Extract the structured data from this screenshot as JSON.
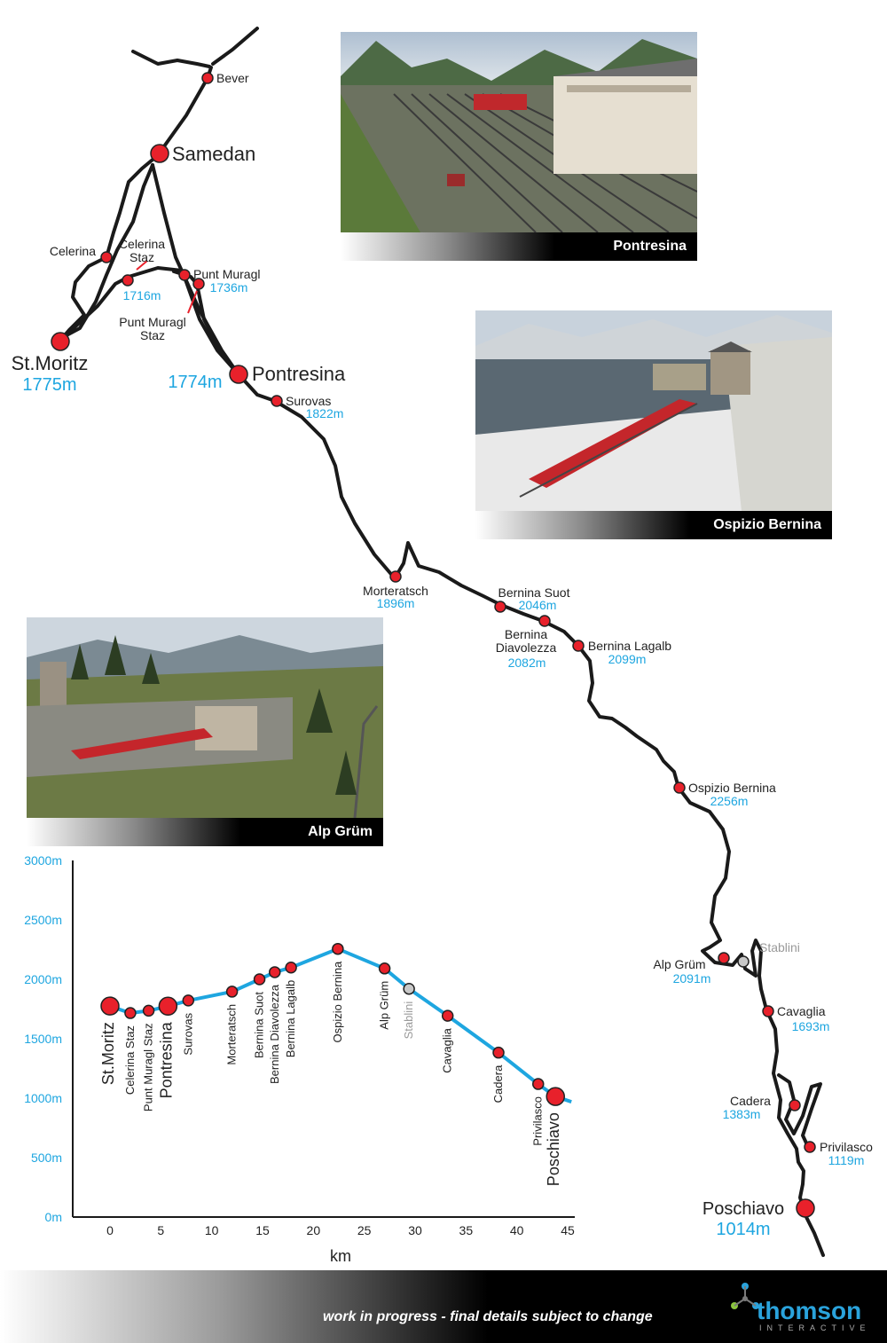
{
  "map": {
    "stations": [
      {
        "id": "bever",
        "name": "Bever",
        "elevation": ""
      },
      {
        "id": "samedan",
        "name": "Samedan",
        "elevation": ""
      },
      {
        "id": "celerina",
        "name": "Celerina",
        "elevation": ""
      },
      {
        "id": "celerina-staz",
        "name": "Celerina\nStaz",
        "elevation": "1716m"
      },
      {
        "id": "punt-muragl",
        "name": "Punt Muragl",
        "elevation": "1736m"
      },
      {
        "id": "punt-muragl-staz",
        "name": "Punt Muragl\nStaz",
        "elevation": ""
      },
      {
        "id": "st-moritz",
        "name": "St.Moritz",
        "elevation": "1775m"
      },
      {
        "id": "pontresina",
        "name": "Pontresina",
        "elevation": "1774m"
      },
      {
        "id": "surovas",
        "name": "Surovas",
        "elevation": "1822m"
      },
      {
        "id": "morteratsch",
        "name": "Morteratsch",
        "elevation": "1896m"
      },
      {
        "id": "bernina-suot",
        "name": "Bernina Suot",
        "elevation": "2046m"
      },
      {
        "id": "bernina-diavolezza",
        "name": "Bernina\nDiavolezza",
        "elevation": "2082m"
      },
      {
        "id": "bernina-lagalb",
        "name": "Bernina Lagalb",
        "elevation": "2099m"
      },
      {
        "id": "ospizio-bernina",
        "name": "Ospizio Bernina",
        "elevation": "2256m"
      },
      {
        "id": "alp-grum",
        "name": "Alp Grüm",
        "elevation": "2091m"
      },
      {
        "id": "stablini",
        "name": "Stablini",
        "elevation": ""
      },
      {
        "id": "cavaglia",
        "name": "Cavaglia",
        "elevation": "1693m"
      },
      {
        "id": "cadera",
        "name": "Cadera",
        "elevation": "1383m"
      },
      {
        "id": "privilasco",
        "name": "Privilasco",
        "elevation": "1119m"
      },
      {
        "id": "poschiavo",
        "name": "Poschiavo",
        "elevation": "1014m"
      }
    ],
    "colors": {
      "track": "#1a1a1a",
      "station": "#e8212b",
      "inactive_station": "#c8c8c8",
      "elevation_text": "#1ea6e0",
      "label_text": "#222222",
      "inactive_text": "#9a9a9a"
    }
  },
  "photos": [
    {
      "id": "pontresina",
      "caption": "Pontresina"
    },
    {
      "id": "ospizio",
      "caption": "Ospizio Bernina"
    },
    {
      "id": "alp-grum",
      "caption": "Alp Grüm"
    }
  ],
  "chart_data": {
    "type": "line",
    "xlabel": "km",
    "ylabel": "",
    "xlim": [
      -3,
      46
    ],
    "ylim": [
      0,
      3000
    ],
    "xticks": [
      0,
      5,
      10,
      15,
      20,
      25,
      30,
      35,
      40,
      45
    ],
    "yticks": [
      0,
      500,
      1000,
      1500,
      2000,
      2500,
      3000
    ],
    "ytick_labels": [
      "0m",
      "500m",
      "1000m",
      "1500m",
      "2000m",
      "2500m",
      "3000m"
    ],
    "points": [
      {
        "label": "St.Moritz",
        "x": 0,
        "y": 1775,
        "major": true
      },
      {
        "label": "Celerina Staz",
        "x": 2,
        "y": 1716,
        "major": false
      },
      {
        "label": "Punt Muragl Staz",
        "x": 3.8,
        "y": 1736,
        "major": false
      },
      {
        "label": "Pontresina",
        "x": 5.7,
        "y": 1774,
        "major": true
      },
      {
        "label": "Surovas",
        "x": 7.7,
        "y": 1822,
        "major": false
      },
      {
        "label": "Morteratsch",
        "x": 12,
        "y": 1896,
        "major": false
      },
      {
        "label": "Bernina Suot",
        "x": 14.7,
        "y": 2000,
        "major": false
      },
      {
        "label": "Bernina Diavolezza",
        "x": 16.2,
        "y": 2060,
        "major": false
      },
      {
        "label": "Bernina Lagalb",
        "x": 17.8,
        "y": 2099,
        "major": false
      },
      {
        "label": "Ospizio Bernina",
        "x": 22.4,
        "y": 2256,
        "major": false
      },
      {
        "label": "Alp Grüm",
        "x": 27,
        "y": 2091,
        "major": false
      },
      {
        "label": "Stablini",
        "x": 29.4,
        "y": 1920,
        "major": false,
        "inactive": true
      },
      {
        "label": "Cavaglia",
        "x": 33.2,
        "y": 1693,
        "major": false
      },
      {
        "label": "Cadera",
        "x": 38.2,
        "y": 1383,
        "major": false
      },
      {
        "label": "Privilasco",
        "x": 42.1,
        "y": 1119,
        "major": false
      },
      {
        "label": "Poschiavo",
        "x": 43.8,
        "y": 1014,
        "major": true
      }
    ],
    "line_color": "#1ea6e0",
    "grid": false
  },
  "footer": {
    "note": "work in progress - final details subject to change",
    "logo_word": "thomson",
    "logo_sub": "INTERACTIVE"
  }
}
